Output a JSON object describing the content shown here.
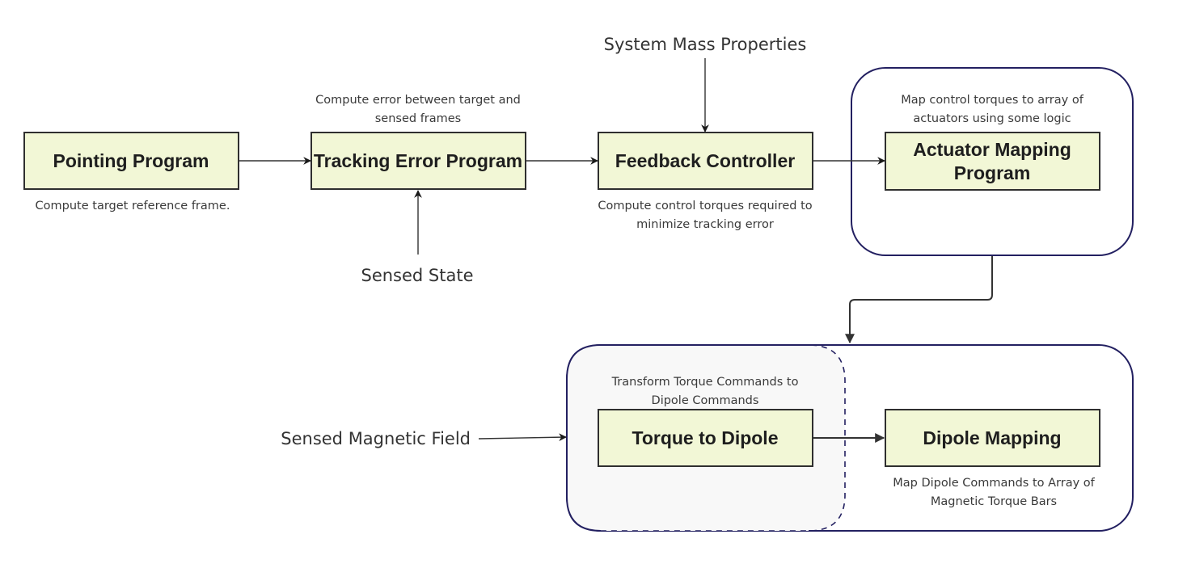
{
  "diagram": {
    "nodes": {
      "pointing": {
        "label": "Pointing Program",
        "caption": "Compute target reference frame."
      },
      "tracking": {
        "label": "Tracking Error Program",
        "caption_lines": [
          "Compute error between target and",
          "sensed frames"
        ]
      },
      "feedback": {
        "label": "Feedback Controller",
        "caption_lines": [
          "Compute control torques required to",
          "minimize tracking error"
        ]
      },
      "actuator": {
        "label_lines": [
          "Actuator Mapping",
          "Program"
        ],
        "caption_lines": [
          "Map control torques to array of",
          "actuators using some logic"
        ]
      },
      "torque_to_dipole": {
        "label": "Torque to Dipole",
        "caption_lines": [
          "Transform Torque Commands to",
          "Dipole Commands"
        ]
      },
      "dipole_mapping": {
        "label": "Dipole Mapping",
        "caption_lines": [
          "Map Dipole Commands to Array of",
          "Magnetic Torque Bars"
        ]
      }
    },
    "external_inputs": {
      "mass_properties": "System Mass Properties",
      "sensed_state": "Sensed State",
      "sensed_magnetic_field": "Sensed Magnetic Field"
    },
    "edges": [
      {
        "from": "Pointing Program",
        "to": "Tracking Error Program"
      },
      {
        "from": "Tracking Error Program",
        "to": "Feedback Controller"
      },
      {
        "from": "Feedback Controller",
        "to": "Actuator Mapping Program"
      },
      {
        "from": "System Mass Properties",
        "to": "Feedback Controller"
      },
      {
        "from": "Sensed State",
        "to": "Tracking Error Program"
      },
      {
        "from": "Actuator Mapping Program group",
        "to": "Magnetic torque bar group"
      },
      {
        "from": "Sensed Magnetic Field",
        "to": "Torque to Dipole group"
      },
      {
        "from": "Torque to Dipole",
        "to": "Dipole Mapping"
      }
    ],
    "colors": {
      "box_fill": "#f2f7d6",
      "box_stroke": "#2f2f2f",
      "group_stroke": "#232061",
      "inner_group_fill": "#f8f8f8"
    }
  }
}
